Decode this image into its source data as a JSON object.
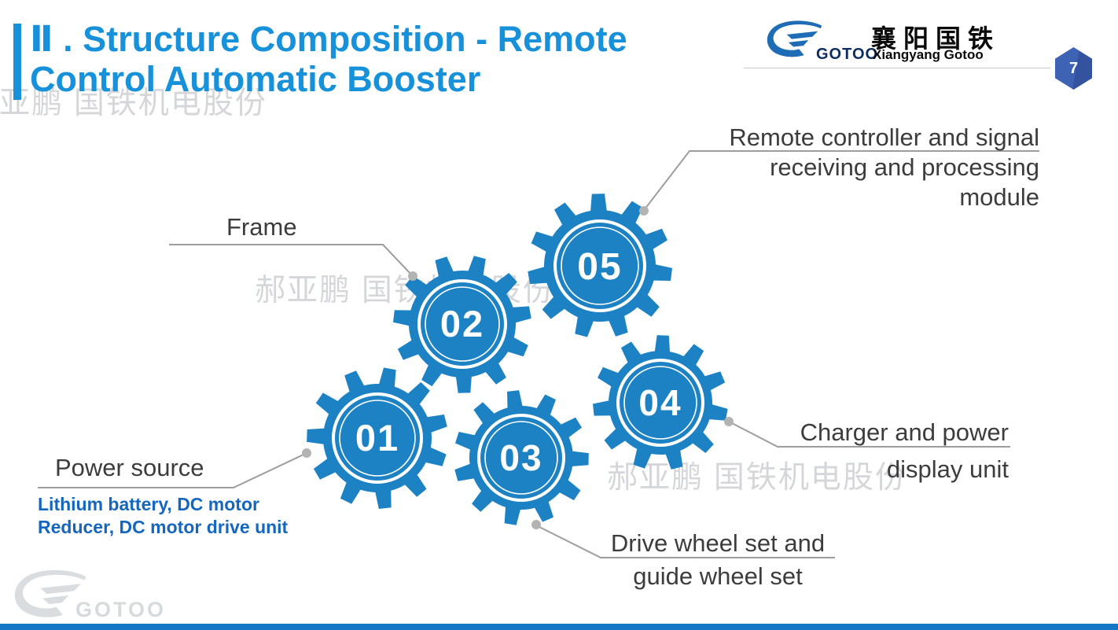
{
  "header": {
    "title_line1": "Ⅱ . Structure Composition - Remote",
    "title_line2": "Control Automatic Booster",
    "page_number": "7"
  },
  "logo": {
    "brand": "GOTOO",
    "name_cn": "襄阳国铁",
    "name_en": "Xiangyang Gotoo"
  },
  "gears": [
    {
      "number": "01"
    },
    {
      "number": "02"
    },
    {
      "number": "03"
    },
    {
      "number": "04"
    },
    {
      "number": "05"
    }
  ],
  "callouts": {
    "remote": {
      "line1": "Remote controller and signal",
      "line2": "receiving and processing",
      "line3": "module"
    },
    "frame": {
      "label": "Frame"
    },
    "power_source": {
      "label": "Power source",
      "detail_line1": "Lithium battery, DC motor",
      "detail_line2": "Reducer, DC motor drive unit"
    },
    "charger": {
      "line1": "Charger and power",
      "line2": "display unit"
    },
    "drive_wheel": {
      "line1": "Drive wheel set and",
      "line2": "guide wheel set"
    }
  },
  "watermarks": {
    "wm1": "郝亚鹏 国铁机电股份",
    "wm2": "郝亚鹏 国铁机电股份",
    "wm3": "郝亚鹏 国铁机电股份",
    "logo_text": "GOTOO"
  },
  "colors": {
    "title_blue": "#1791D9",
    "gear_blue": "#1C82C4",
    "badge_blue": "#3E63B5",
    "badge_blue_dark": "#33539E",
    "bottom_bar_blue": "#1477C6",
    "detail_text_blue": "#1566BE",
    "label_gray": "#3C3C3C",
    "line_gray": "#9D9D9D",
    "watermark_gray": "#8F969C",
    "logo_navy": "#0D2D5E"
  }
}
